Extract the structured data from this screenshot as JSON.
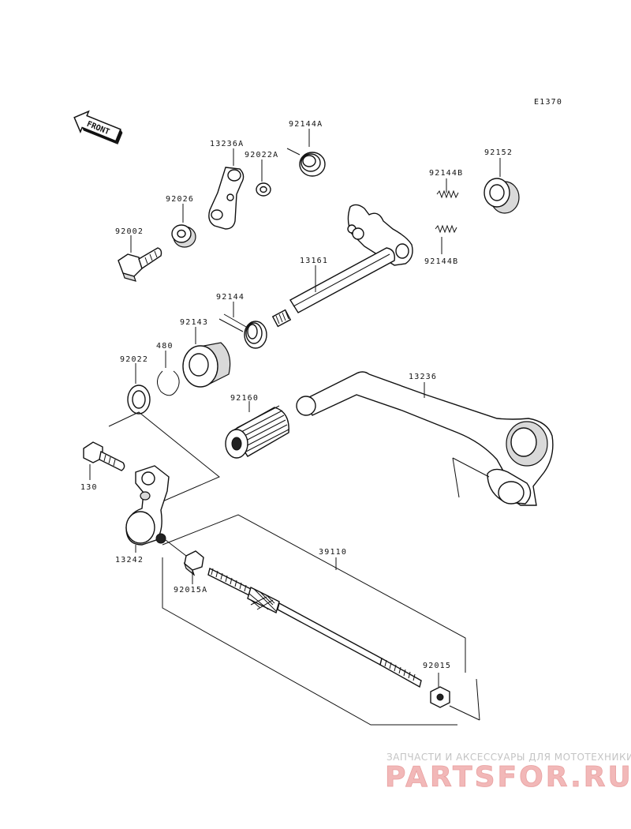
{
  "diagram_code": "E1370",
  "front_label": "FRONT",
  "part_labels": {
    "p92144A": "92144A",
    "p13236A": "13236A",
    "p92022A": "92022A",
    "p92152": "92152",
    "p92144B_top": "92144B",
    "p92144B_bottom": "92144B",
    "p92026": "92026",
    "p92002": "92002",
    "p13161": "13161",
    "p92144": "92144",
    "p92143": "92143",
    "p480": "480",
    "p92022": "92022",
    "p13236": "13236",
    "p92160": "92160",
    "p130": "130",
    "p13242": "13242",
    "p39110": "39110",
    "p92015A": "92015A",
    "p92015": "92015"
  },
  "watermark": {
    "tagline": "ЗАПЧАСТИ И АКСЕССУАРЫ ДЛЯ МОТОТЕХНИКИ",
    "logo": "PARTSFOR.RU"
  }
}
